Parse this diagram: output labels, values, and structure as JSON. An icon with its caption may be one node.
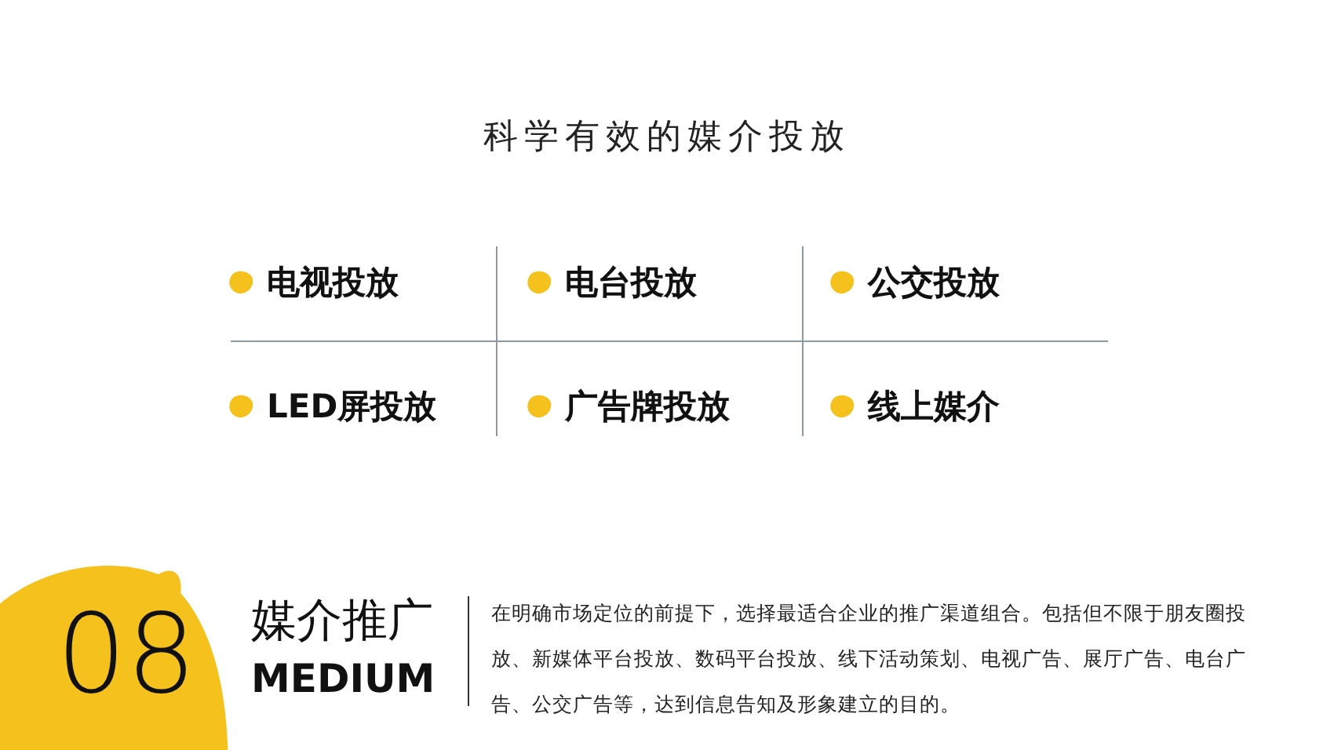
{
  "diagram": {
    "title": "科学有效的媒介投放",
    "nodes": [
      {
        "text": [
          "08"
        ]
      }
    ],
    "labels": [
      "电视投放",
      "电台投放",
      "公交投放",
      "LED屏投放",
      "广告牌投放",
      "线上媒介",
      "媒介推广",
      "MEDIUM",
      "在明确市场定位的前提下，选择最适合企业的推广渠道组合。包括但不限于朋友圈投放、新媒体平台投放、数码平台投放、线下活动策划、电视广告、展厅广告、电台广告、公交广告等，达到信息告知及形象建立的目的。"
    ]
  }
}
